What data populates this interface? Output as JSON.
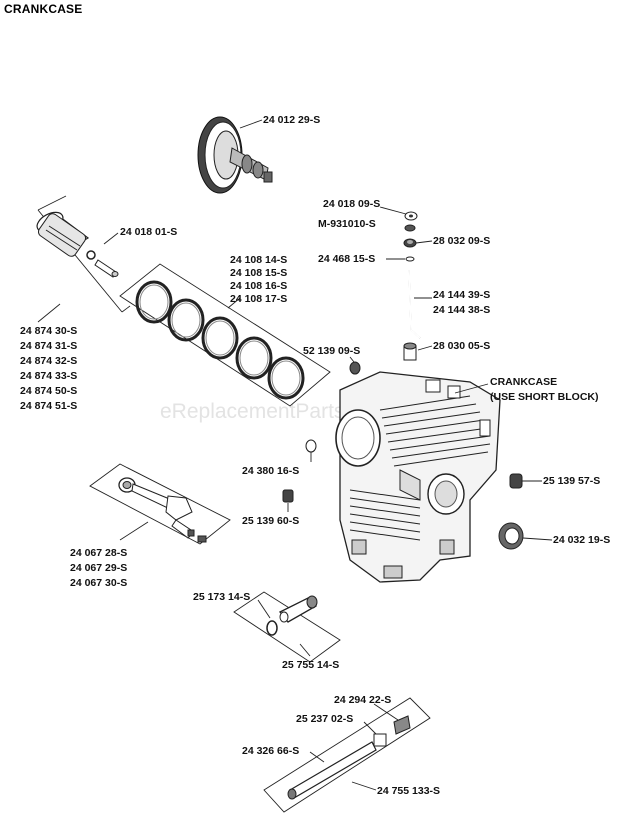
{
  "title": "CRANKCASE",
  "watermark": "eReplacementParts.com",
  "labels": {
    "camshaft": "24 012 29-S",
    "washer_top": "24 018 09-S",
    "m_part": "M-931010-S",
    "seal_top": "28 032 09-S",
    "spring": "24 468 15-S",
    "rod_a": "24 144 39-S",
    "rod_b": "24 144 38-S",
    "piston_pin": "24 018 01-S",
    "ring_a": "24 108 14-S",
    "ring_b": "24 108 15-S",
    "ring_c": "24 108 16-S",
    "ring_d": "24 108 17-S",
    "plug_small": "52 139 09-S",
    "bushing": "28 030 05-S",
    "crankcase_a": "CRANKCASE",
    "crankcase_b": "(USE SHORT BLOCK)",
    "piston_a": "24 874 30-S",
    "piston_b": "24 874 31-S",
    "piston_c": "24 874 32-S",
    "piston_d": "24 874 33-S",
    "piston_e": "24 874 50-S",
    "piston_f": "24 874 51-S",
    "dowel": "24 380 16-S",
    "plug_right": "25 139 57-S",
    "plug_left": "25 139 60-S",
    "oil_seal": "24 032 19-S",
    "conrod_a": "24 067 28-S",
    "conrod_b": "24 067 29-S",
    "conrod_c": "24 067 30-S",
    "clip": "25 173 14-S",
    "filter_adapter": "25 755 14-S",
    "fitting": "24 294 22-S",
    "nut": "25 237 02-S",
    "tube": "24 326 66-S",
    "tube_assy": "24 755 133-S"
  }
}
